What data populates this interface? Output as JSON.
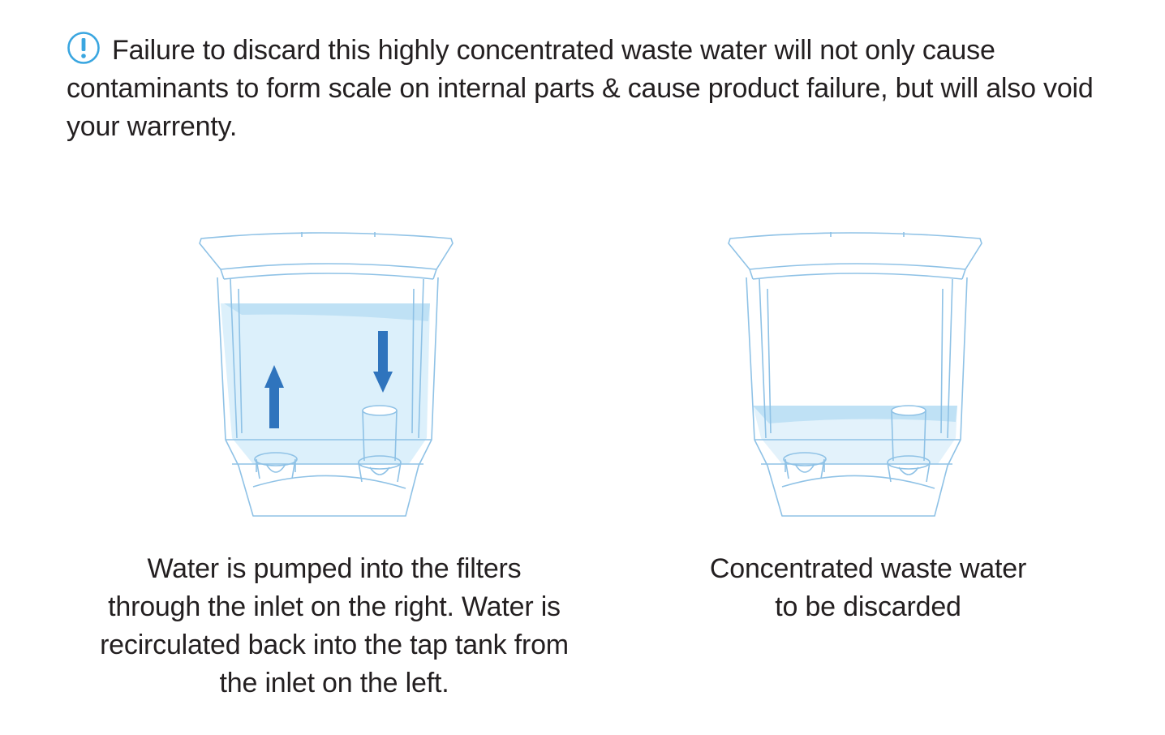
{
  "warning": {
    "icon": "exclamation-circle-icon",
    "icon_color": "#3aa6e0",
    "text": "Failure to discard this highly concentrated waste water will not only cause contaminants to form scale on internal parts & cause product failure, but will also void your warrenty."
  },
  "figures": {
    "left": {
      "caption_lines": [
        "Water is pumped into the filters",
        "through the inlet on the right. Water is",
        "recirculated back into the tap tank from",
        "the inlet on the left."
      ]
    },
    "right": {
      "caption_lines": [
        "Concentrated waste water",
        "to be discarded"
      ]
    }
  },
  "colors": {
    "outline": "#8fc2e6",
    "water": "#dcf0fb",
    "water_surface": "#bfe1f5",
    "arrow": "#2f74bd",
    "text": "#231f20"
  }
}
